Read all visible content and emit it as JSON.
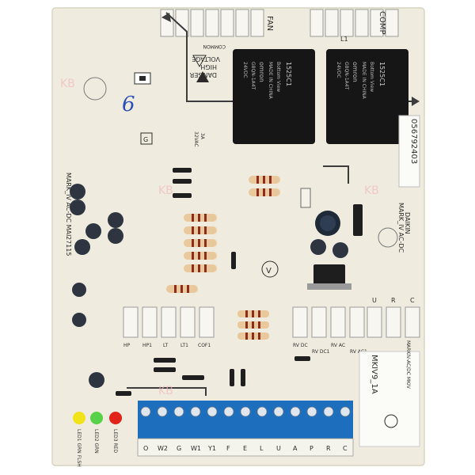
{
  "board": {
    "top_labels": {
      "fan": "FAN",
      "comp": "COMP",
      "common": "COMMON",
      "l1": "L1"
    },
    "warning": {
      "line1": "DANGER",
      "line2": "HIGH",
      "line3": "VOLTAGE"
    },
    "relay_left": {
      "code": "1525C1",
      "brand": "omron",
      "model": "G8QN-1A4T",
      "rating": "24VDC",
      "origin": "MADE IN CHINA",
      "view": "Bottom View"
    },
    "relay_right": {
      "code": "1525C1",
      "brand": "omron",
      "model": "G8QN-1A4T",
      "rating": "24VDC",
      "origin": "MADE IN CHINA",
      "view": "Bottom View"
    },
    "serial": "056792403",
    "fuse": {
      "rating": "3A",
      "voltage": "32VAC"
    },
    "side_left": {
      "line1": "MARK_IV AC-DC MAI",
      "line2": "27115"
    },
    "side_right": {
      "line1": "DAIKIN",
      "line2": "MARK_IV AC-DC"
    },
    "model": "MKIV9_1A",
    "box_text": "MARKIV-AC/DC MKIV",
    "spade_labels": [
      "HP",
      "HP1",
      "LT",
      "LT1",
      "COF1"
    ],
    "spade_labels_right": [
      "RV DC",
      "RV DC1",
      "RV AC",
      "RV AC1"
    ],
    "corner_letters": {
      "u": "U",
      "r": "R",
      "c": "C",
      "g": "G",
      "v": "V"
    },
    "terminals": [
      "O",
      "W2",
      "G",
      "W1",
      "Y1",
      "F",
      "E",
      "L",
      "U",
      "A",
      "P",
      "R",
      "C"
    ],
    "leds": [
      {
        "label": "LED1 GRN FLSH",
        "color": "#f2e21a"
      },
      {
        "label": "LED2 GRN",
        "color": "#58d04a"
      },
      {
        "label": "LED3 RED",
        "color": "#e2231a"
      }
    ],
    "watermark": "KB",
    "handwritten": "6"
  },
  "colors": {
    "pcb": "#efecdf",
    "relay": "#161616",
    "terminal_block": "#1d6fbe",
    "capacitor": "#2e3541",
    "trace": "#3c3c3c"
  }
}
